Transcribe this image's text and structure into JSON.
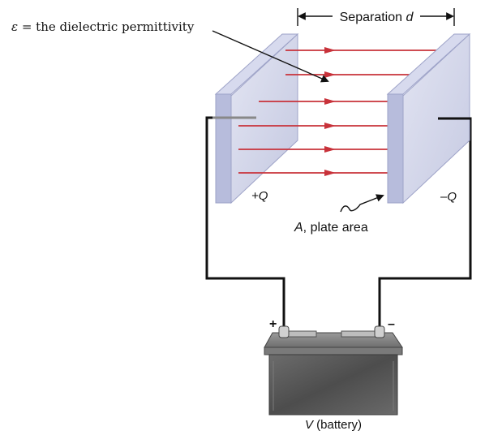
{
  "labels": {
    "permittivity_symbol": "ε",
    "permittivity_text": " = the dielectric permittivity",
    "separation_word": "Separation ",
    "separation_var": "d",
    "plus_q": "+Q",
    "minus_q": "–Q",
    "area_var": "A",
    "area_text": ", plate area",
    "battery_var": "V",
    "battery_text": " (battery)",
    "plus_terminal": "+",
    "minus_terminal": "–"
  },
  "colors": {
    "field_line": "#c8323a",
    "wire": "#111111",
    "plate_face": "#c9cde6",
    "battery_body": "#5a5a5a"
  }
}
